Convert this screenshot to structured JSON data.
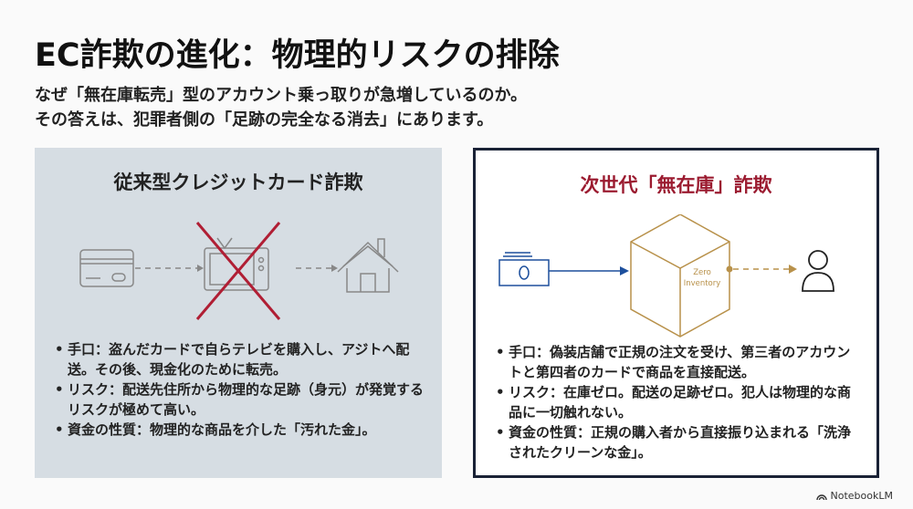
{
  "title": "EC詐欺の進化：物理的リスクの排除",
  "subtitle": [
    "なぜ「無在庫転売」型のアカウント乗っ取りが急増しているのか。",
    "その答えは、犯罪者側の「足跡の完全なる消去」にあります。"
  ],
  "left": {
    "title": "従来型クレジットカード詐欺",
    "bullets": [
      "手口：盗んだカードで自らテレビを購入し、アジトへ配送。その後、現金化のために転売。",
      "リスク：配送先住所から物理的な足跡（身元）が発覚するリスクが極めて高い。",
      "資金の性質：物理的な商品を介した「汚れた金」。"
    ]
  },
  "right": {
    "title": "次世代「無在庫」詐欺",
    "box_label": [
      "Zero",
      "Inventory"
    ],
    "bullets": [
      "手口：偽装店舗で正規の注文を受け、第三者のアカウントと第四者のカードで商品を直接配送。",
      "リスク：在庫ゼロ。配送の足跡ゼロ。犯人は物理的な商品に一切触れない。",
      "資金の性質：正規の購入者から直接振り込まれる「洗浄されたクリーンな金」。"
    ]
  },
  "brand": "NotebookLM",
  "colors": {
    "accent_red": "#9b1b30",
    "navy": "#1a2236",
    "gold": "#b8914a",
    "blue": "#1d4f9c"
  }
}
